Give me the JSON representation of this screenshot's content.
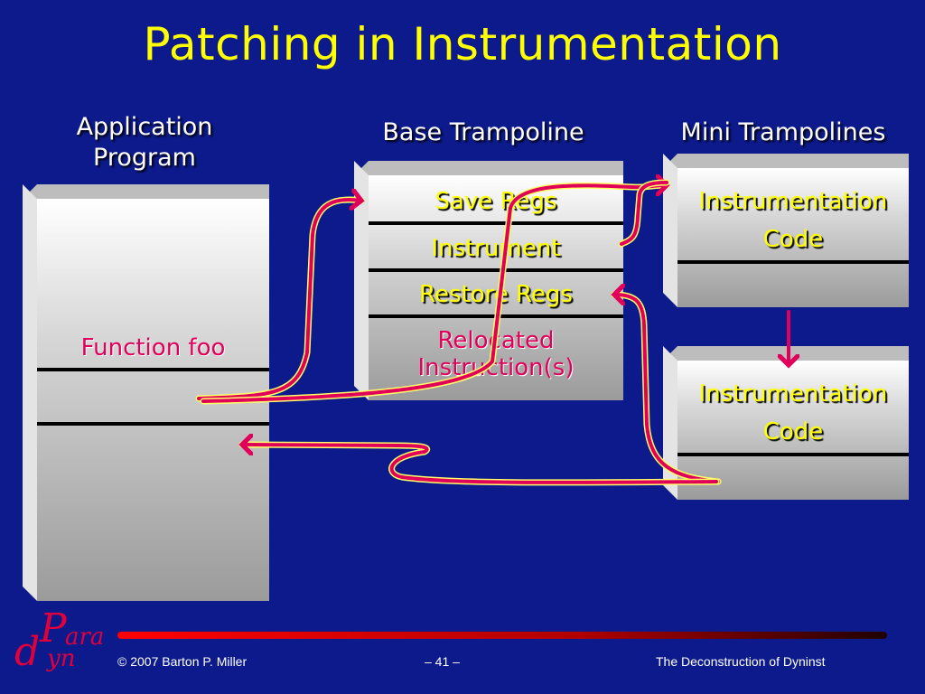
{
  "title": "Patching in Instrumentation",
  "labels": {
    "app_line1": "Application",
    "app_line2": "Program",
    "base": "Base Trampoline",
    "mini": "Mini Trampolines"
  },
  "app_program": {
    "function": "Function foo"
  },
  "base_trampoline": {
    "rows": [
      "Save Regs",
      "Instrument",
      "Restore Regs",
      "Relocated",
      "Instruction(s)"
    ]
  },
  "mini_trampolines": [
    {
      "line1": "Instrumentation",
      "line2": "Code"
    },
    {
      "line1": "Instrumentation",
      "line2": "Code"
    }
  ],
  "logo": {
    "top": "ara",
    "bottom": "yn",
    "letter_p": "P",
    "letter_d": "d"
  },
  "footer": {
    "copyright": "© 2007 Barton P. Miller",
    "page": "– 41 –",
    "subtitle": "The Deconstruction of Dyninst"
  },
  "colors": {
    "background": "#0d1a8c",
    "title": "#ffff00",
    "arrow": "#e0005a",
    "arrow_outline": "#ffff66"
  }
}
